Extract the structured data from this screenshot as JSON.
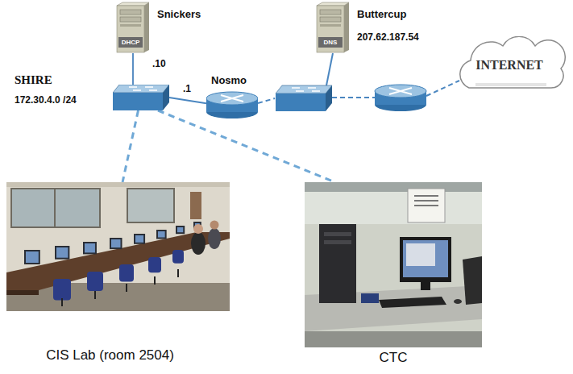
{
  "diagram": {
    "nodes": [
      {
        "text": [
          "Snickers",
          "DHCP"
        ]
      },
      {
        "text": [
          "SHIRE",
          "172.30.4.0 /24"
        ]
      },
      {
        "text": [
          "Nosmo"
        ]
      },
      {
        "text": [
          "Buttercup",
          "207.62.187.54",
          "DNS"
        ]
      },
      {
        "text": [
          "INTERNET"
        ]
      },
      {
        "text": [
          "CIS Lab (room 2504)"
        ]
      },
      {
        "text": [
          "CTC"
        ]
      }
    ],
    "edges": [
      {
        "from": 0,
        "to": 1,
        "label": ".10",
        "arrow": "none"
      },
      {
        "from": 1,
        "to": 2,
        "label": ".1",
        "arrow": "none"
      },
      {
        "from": 1,
        "to": 5,
        "arrow": "none"
      },
      {
        "from": 1,
        "to": 6,
        "arrow": "none"
      }
    ]
  }
}
